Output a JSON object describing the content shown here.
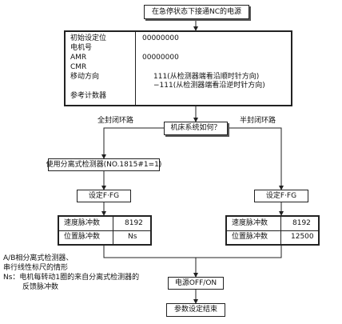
{
  "title_box": "在急停状态下接通NC的电源",
  "params": [
    {
      "label": "初始设定位",
      "value": "00000000"
    },
    {
      "label": "电机号",
      "value": ""
    },
    {
      "label": "AMR",
      "value": "00000000"
    },
    {
      "label": "CMR",
      "value": ""
    },
    {
      "label": "移动方向",
      "value": "111(从检测器端看沿顺时针方向)"
    },
    {
      "label": "",
      "value": "−111(从检测器端看沿逆时针方向)"
    },
    {
      "label": "参考计数器",
      "value": ""
    }
  ],
  "branch_left": "全封闭环路",
  "branch_right": "半封闭环路",
  "question": "机床系统如何？",
  "separate_detector": "使用分离式检测器(NO.1815#1=1)",
  "set_ffg_left": "设定F·FG",
  "set_ffg_right": "设定F·FG",
  "left_table": [
    {
      "label": "速度脉冲数",
      "value": "8192"
    },
    {
      "label": "位置脉冲数",
      "value": "Ns"
    }
  ],
  "right_table": [
    {
      "label": "速度脉冲数",
      "value": "8192"
    },
    {
      "label": "位置脉冲数",
      "value": "12500"
    }
  ],
  "note": {
    "line1": "A/B相分离式检测器、",
    "line2": "串行线性标尺的情形",
    "line3": "Ns：电机每转动1圈的来自分离式检测器的",
    "line4": "反馈脉冲数"
  },
  "power_cycle": "电源OFF/ON",
  "finish": "参数设定结束"
}
